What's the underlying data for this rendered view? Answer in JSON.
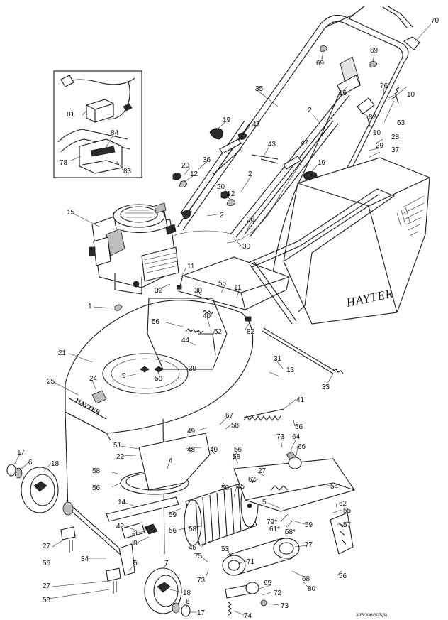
{
  "brand": {
    "catcher_label": "HAYTER",
    "deck_label": "HAYTER"
  },
  "reference_code": "305/306/307(3)",
  "parts": [
    {
      "id": "p70",
      "n": "70"
    },
    {
      "id": "p69a",
      "n": "69"
    },
    {
      "id": "p69b",
      "n": "69"
    },
    {
      "id": "p10a",
      "n": "10"
    },
    {
      "id": "p76",
      "n": "76"
    },
    {
      "id": "p35",
      "n": "35"
    },
    {
      "id": "p16",
      "n": "16"
    },
    {
      "id": "p82a",
      "n": "82"
    },
    {
      "id": "p63",
      "n": "63"
    },
    {
      "id": "p10b",
      "n": "10"
    },
    {
      "id": "p2a",
      "n": "2"
    },
    {
      "id": "p28",
      "n": "28"
    },
    {
      "id": "p29",
      "n": "29"
    },
    {
      "id": "p37",
      "n": "37"
    },
    {
      "id": "p19a",
      "n": "19"
    },
    {
      "id": "p47a",
      "n": "47"
    },
    {
      "id": "p43",
      "n": "43"
    },
    {
      "id": "p47b",
      "n": "47"
    },
    {
      "id": "p19b",
      "n": "19"
    },
    {
      "id": "p36a",
      "n": "36"
    },
    {
      "id": "p20a",
      "n": "20"
    },
    {
      "id": "p12a",
      "n": "12"
    },
    {
      "id": "p2b",
      "n": "2"
    },
    {
      "id": "p20b",
      "n": "20"
    },
    {
      "id": "p12b",
      "n": "12"
    },
    {
      "id": "p2c",
      "n": "2"
    },
    {
      "id": "p36b",
      "n": "36"
    },
    {
      "id": "p81",
      "n": "81"
    },
    {
      "id": "p84",
      "n": "84"
    },
    {
      "id": "p78",
      "n": "78"
    },
    {
      "id": "p83",
      "n": "83"
    },
    {
      "id": "p15",
      "n": "15"
    },
    {
      "id": "p30",
      "n": "30"
    },
    {
      "id": "p11a",
      "n": "11"
    },
    {
      "id": "p32",
      "n": "32"
    },
    {
      "id": "p38",
      "n": "38"
    },
    {
      "id": "p56a",
      "n": "56"
    },
    {
      "id": "p11b",
      "n": "11"
    },
    {
      "id": "p1",
      "n": "1"
    },
    {
      "id": "p56b",
      "n": "56"
    },
    {
      "id": "p40",
      "n": "40"
    },
    {
      "id": "p52",
      "n": "52"
    },
    {
      "id": "p82b",
      "n": "82"
    },
    {
      "id": "p44",
      "n": "44"
    },
    {
      "id": "p21",
      "n": "21"
    },
    {
      "id": "p31",
      "n": "31"
    },
    {
      "id": "p13",
      "n": "13"
    },
    {
      "id": "p39",
      "n": "39"
    },
    {
      "id": "p9",
      "n": "9"
    },
    {
      "id": "p50a",
      "n": "50"
    },
    {
      "id": "p24",
      "n": "24"
    },
    {
      "id": "p25",
      "n": "25"
    },
    {
      "id": "p33",
      "n": "33"
    },
    {
      "id": "p41",
      "n": "41"
    },
    {
      "id": "p67",
      "n": "67"
    },
    {
      "id": "p58a",
      "n": "58"
    },
    {
      "id": "p56c",
      "n": "56"
    },
    {
      "id": "p49a",
      "n": "49"
    },
    {
      "id": "p73a",
      "n": "73"
    },
    {
      "id": "p64",
      "n": "64"
    },
    {
      "id": "p66",
      "n": "66"
    },
    {
      "id": "p51",
      "n": "51"
    },
    {
      "id": "p22",
      "n": "22"
    },
    {
      "id": "p48",
      "n": "48"
    },
    {
      "id": "p49b",
      "n": "49"
    },
    {
      "id": "p56d",
      "n": "56"
    },
    {
      "id": "p17a",
      "n": "17"
    },
    {
      "id": "p6a",
      "n": "6"
    },
    {
      "id": "p18a",
      "n": "18"
    },
    {
      "id": "p4",
      "n": "4"
    },
    {
      "id": "p58b",
      "n": "58"
    },
    {
      "id": "p27a",
      "n": "27"
    },
    {
      "id": "p58c",
      "n": "58"
    },
    {
      "id": "p62a",
      "n": "62"
    },
    {
      "id": "p50b",
      "n": "50"
    },
    {
      "id": "p45a",
      "n": "45"
    },
    {
      "id": "p56e",
      "n": "56"
    },
    {
      "id": "p54",
      "n": "54"
    },
    {
      "id": "p14",
      "n": "14"
    },
    {
      "id": "p5a",
      "n": "5"
    },
    {
      "id": "p62b",
      "n": "62"
    },
    {
      "id": "p55",
      "n": "55"
    },
    {
      "id": "p59a",
      "n": "59"
    },
    {
      "id": "p79",
      "n": "79*"
    },
    {
      "id": "p61",
      "n": "61*"
    },
    {
      "id": "p59b",
      "n": "59"
    },
    {
      "id": "p57",
      "n": "57"
    },
    {
      "id": "p42",
      "n": "42"
    },
    {
      "id": "p56f",
      "n": "56"
    },
    {
      "id": "p58d",
      "n": "58"
    },
    {
      "id": "p58e",
      "n": "58*"
    },
    {
      "id": "p3",
      "n": "3"
    },
    {
      "id": "p8",
      "n": "8"
    },
    {
      "id": "p27b",
      "n": "27"
    },
    {
      "id": "p45b",
      "n": "45"
    },
    {
      "id": "p53",
      "n": "53"
    },
    {
      "id": "p56g",
      "n": "56"
    },
    {
      "id": "p34",
      "n": "34"
    },
    {
      "id": "p5b",
      "n": "5"
    },
    {
      "id": "p7",
      "n": "7"
    },
    {
      "id": "p75",
      "n": "75"
    },
    {
      "id": "p71",
      "n": "71"
    },
    {
      "id": "p77",
      "n": "77"
    },
    {
      "id": "p73b",
      "n": "73"
    },
    {
      "id": "p27c",
      "n": "27"
    },
    {
      "id": "p68",
      "n": "68"
    },
    {
      "id": "p80",
      "n": "80"
    },
    {
      "id": "p56h",
      "n": "56"
    },
    {
      "id": "p18b",
      "n": "18"
    },
    {
      "id": "p65",
      "n": "65"
    },
    {
      "id": "p72",
      "n": "72"
    },
    {
      "id": "p56i",
      "n": "56"
    },
    {
      "id": "p6b",
      "n": "6"
    },
    {
      "id": "p17b",
      "n": "17"
    },
    {
      "id": "p74",
      "n": "74"
    },
    {
      "id": "p73c",
      "n": "73"
    }
  ]
}
